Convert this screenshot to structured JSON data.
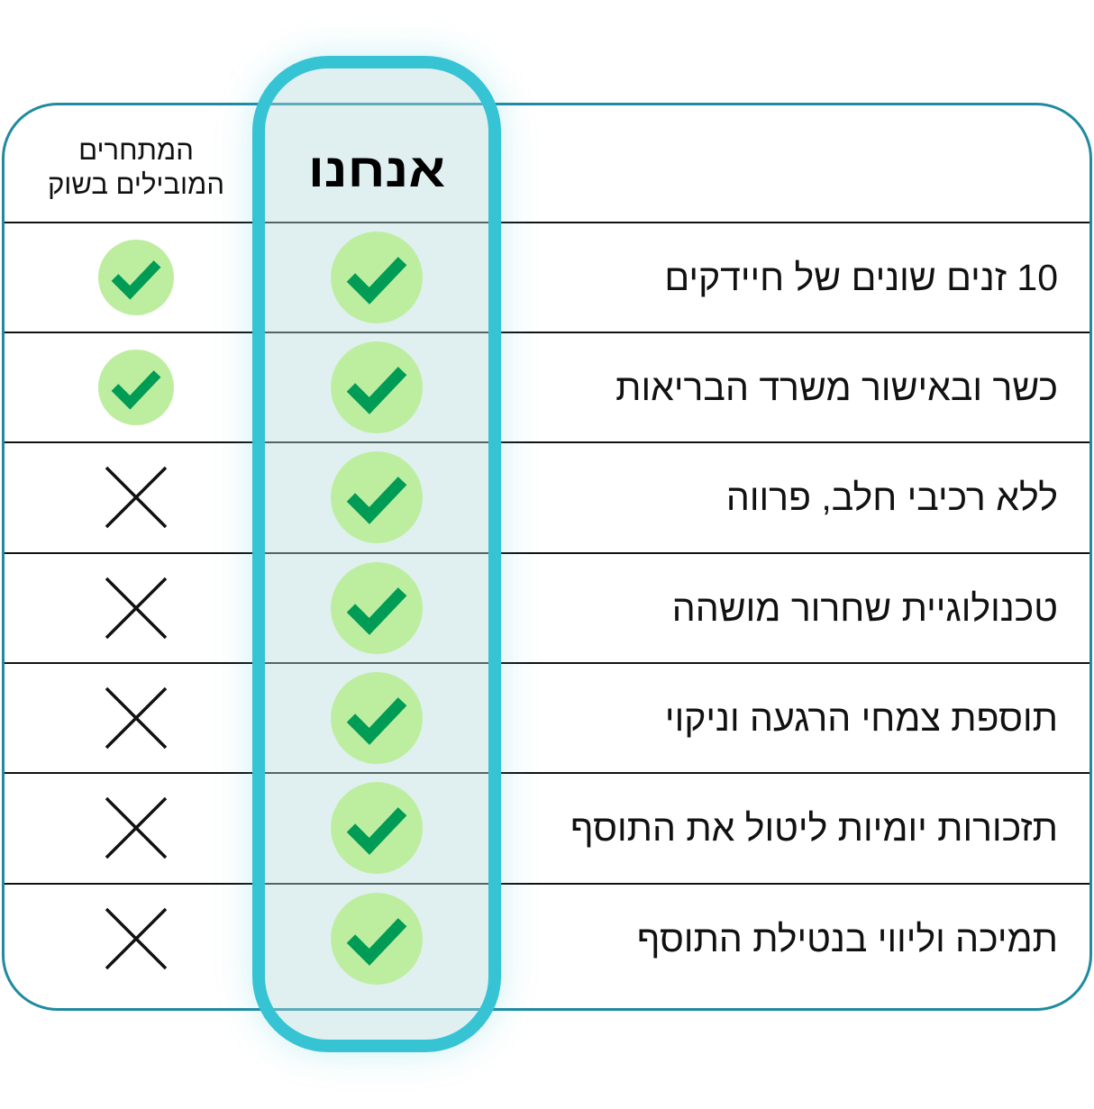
{
  "header": {
    "competitors_line1": "המתחרים",
    "competitors_line2": "המובילים בשוק",
    "us": "אנחנו"
  },
  "colors": {
    "accent": "#36c3d4",
    "border": "#1f8aa0",
    "check_bg": "#bdeea0",
    "check": "#009b55"
  },
  "rows": [
    {
      "label": "10 זנים שונים של חיידקים",
      "us": "check",
      "competitors": "check"
    },
    {
      "label": "כשר ובאישור משרד הבריאות",
      "us": "check",
      "competitors": "check"
    },
    {
      "label": "ללא רכיבי חלב, פרווה",
      "us": "check",
      "competitors": "cross"
    },
    {
      "label": "טכנולוגיית שחרור מושהה",
      "us": "check",
      "competitors": "cross"
    },
    {
      "label": "תוספת צמחי הרגעה וניקוי",
      "us": "check",
      "competitors": "cross"
    },
    {
      "label": "תזכורות יומיות ליטול את התוסף",
      "us": "check",
      "competitors": "cross"
    },
    {
      "label": "תמיכה וליווי בנטילת התוסף",
      "us": "check",
      "competitors": "cross"
    }
  ]
}
